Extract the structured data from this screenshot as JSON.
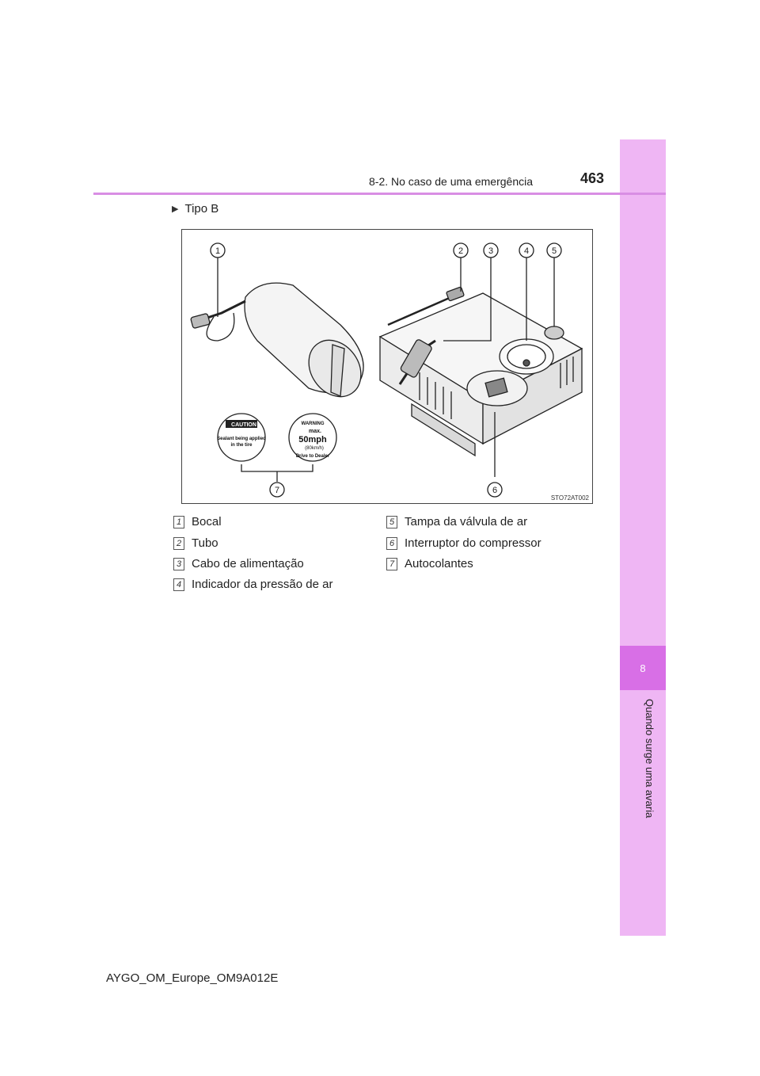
{
  "header": {
    "section": "8-2. No caso de uma emergência",
    "page_number": "463"
  },
  "side_tab": {
    "chapter_number": "8",
    "chapter_title": "Quando surge uma avaria"
  },
  "subhead": "Tipo B",
  "figure": {
    "code": "STO72AT002",
    "callouts": [
      "1",
      "2",
      "3",
      "4",
      "5",
      "6",
      "7"
    ],
    "sticker_caution": {
      "title": "CAUTION",
      "line1": "Sealant being applied",
      "line2": "in the tire"
    },
    "sticker_warning": {
      "title": "WARNING",
      "line1": "max.",
      "line2": "50mph",
      "line3": "(80km/h)",
      "line4": "Drive to Dealer"
    }
  },
  "legend": [
    {
      "num": "1",
      "label": "Bocal"
    },
    {
      "num": "2",
      "label": "Tubo"
    },
    {
      "num": "3",
      "label": "Cabo de alimentação"
    },
    {
      "num": "4",
      "label": "Indicador da pressão de ar"
    },
    {
      "num": "5",
      "label": "Tampa da válvula de ar"
    },
    {
      "num": "6",
      "label": "Interruptor do compressor"
    },
    {
      "num": "7",
      "label": "Autocolantes"
    }
  ],
  "footer": "AYGO_OM_Europe_OM9A012E"
}
